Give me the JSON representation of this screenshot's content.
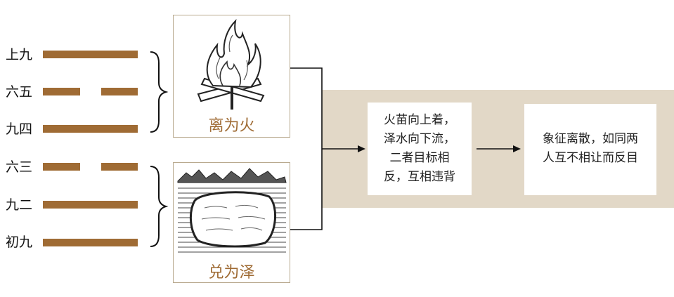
{
  "hexagram_lines": [
    {
      "label": "上九",
      "type": "yang"
    },
    {
      "label": "六五",
      "type": "yin"
    },
    {
      "label": "九四",
      "type": "yang"
    },
    {
      "label": "六三",
      "type": "yin"
    },
    {
      "label": "九二",
      "type": "yang"
    },
    {
      "label": "初九",
      "type": "yang"
    }
  ],
  "upper_trigram": {
    "caption": "离为火",
    "image": "fire-icon"
  },
  "lower_trigram": {
    "caption": "兑为泽",
    "image": "lake-icon"
  },
  "explanation": [
    "火苗向上着，",
    "泽水向下流，",
    "二者目标相",
    "反，互相违背"
  ],
  "conclusion": [
    "象征离散，如同两",
    "人互不相让而反目"
  ],
  "colors": {
    "line": "#9f6b34",
    "band": "#e2d8c7",
    "caption": "#9f6b34"
  }
}
